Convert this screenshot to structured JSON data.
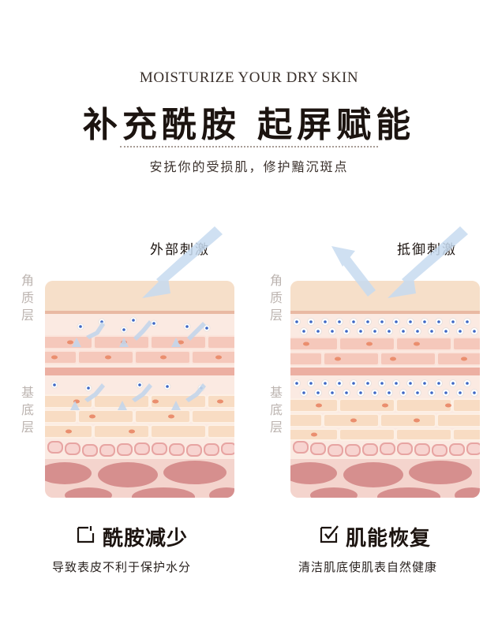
{
  "header": {
    "subtitle_en": "MOISTURIZE YOUR DRY SKIN",
    "title": "补充酰胺 起屏赋能",
    "tagline": "安抚你的受损肌，修护黯沉斑点"
  },
  "layers": {
    "stratum_corneum": "角质层",
    "basal_layer": "基底层"
  },
  "left_panel": {
    "stimulus_label": "外部刺激",
    "result_title": "酰胺减少",
    "result_desc": "导致表皮不利于保护水分"
  },
  "right_panel": {
    "stimulus_label": "抵御刺激",
    "result_title": "肌能恢复",
    "result_desc": "清洁肌底使肌表自然健康"
  },
  "colors": {
    "corneum": "#f6dfc9",
    "cells_pink": "#f5c8bb",
    "cells_peach": "#f8dcc3",
    "dermis": "#f0c9c3",
    "blob": "#d48e8e",
    "arrow": "#c7dbf0"
  }
}
